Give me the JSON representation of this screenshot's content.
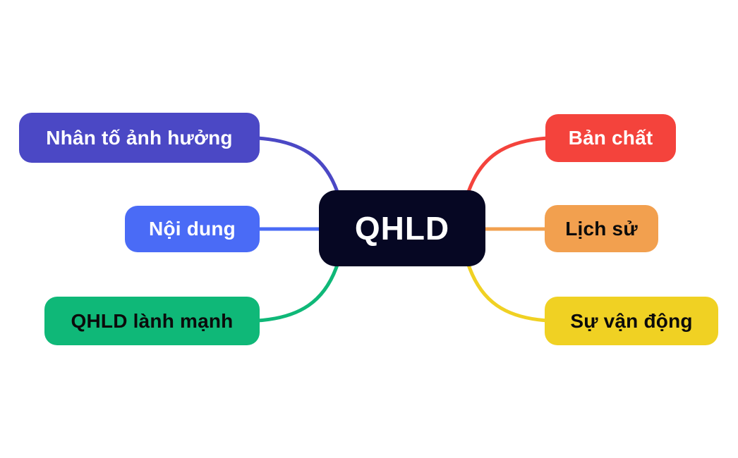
{
  "diagram": {
    "type": "mindmap",
    "background": "#ffffff",
    "central": {
      "label": "QHLD",
      "color": "#060723",
      "text_color": "#ffffff"
    },
    "left_branches": [
      {
        "id": "nhan-to-anh-huong",
        "label": "Nhân tố ảnh hưởng",
        "color": "#4B48C5",
        "text_color": "#ffffff"
      },
      {
        "id": "noi-dung",
        "label": "Nội dung",
        "color": "#4A6BF6",
        "text_color": "#ffffff"
      },
      {
        "id": "qhld-lanh-manh",
        "label": "QHLD lành mạnh",
        "color": "#0FB878",
        "text_color": "#0b0b0b"
      }
    ],
    "right_branches": [
      {
        "id": "ban-chat",
        "label": "Bản chất",
        "color": "#F4433C",
        "text_color": "#ffffff"
      },
      {
        "id": "lich-su",
        "label": "Lịch sử",
        "color": "#F2A04F",
        "text_color": "#0b0b0b"
      },
      {
        "id": "su-van-dong",
        "label": "Sự vận động",
        "color": "#F0D123",
        "text_color": "#0b0b0b"
      }
    ]
  }
}
